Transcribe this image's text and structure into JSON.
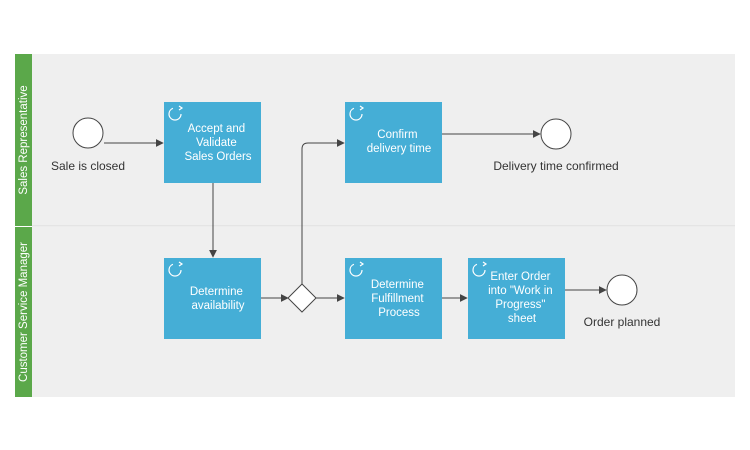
{
  "lanes": [
    {
      "label": "Sales Representative"
    },
    {
      "label": "Customer Service Manager"
    }
  ],
  "colors": {
    "lane_bg": "#efefef",
    "lane_header": "#5ba84a",
    "task_fill": "#45aed6",
    "lane_divider": "#d8d8d8",
    "flow": "#444444"
  },
  "tasks": [
    {
      "lines": [
        "Accept and",
        "Validate",
        "Sales Orders"
      ],
      "icon": "loop-icon"
    },
    {
      "lines": [
        "Confirm",
        "delivery time"
      ],
      "icon": "loop-icon"
    },
    {
      "lines": [
        "Determine",
        "availability"
      ],
      "icon": "loop-icon"
    },
    {
      "lines": [
        "Determine",
        "Fulfillment",
        "Process"
      ],
      "icon": "loop-icon"
    },
    {
      "lines": [
        "Enter Order",
        "into \"Work in",
        "Progress\"",
        "sheet"
      ],
      "icon": "loop-icon"
    }
  ],
  "events": [
    {
      "label": "Sale is closed"
    },
    {
      "label": "Delivery time confirmed"
    },
    {
      "label": "Order planned"
    }
  ],
  "gateway": {
    "icon": "diamond-gateway"
  }
}
